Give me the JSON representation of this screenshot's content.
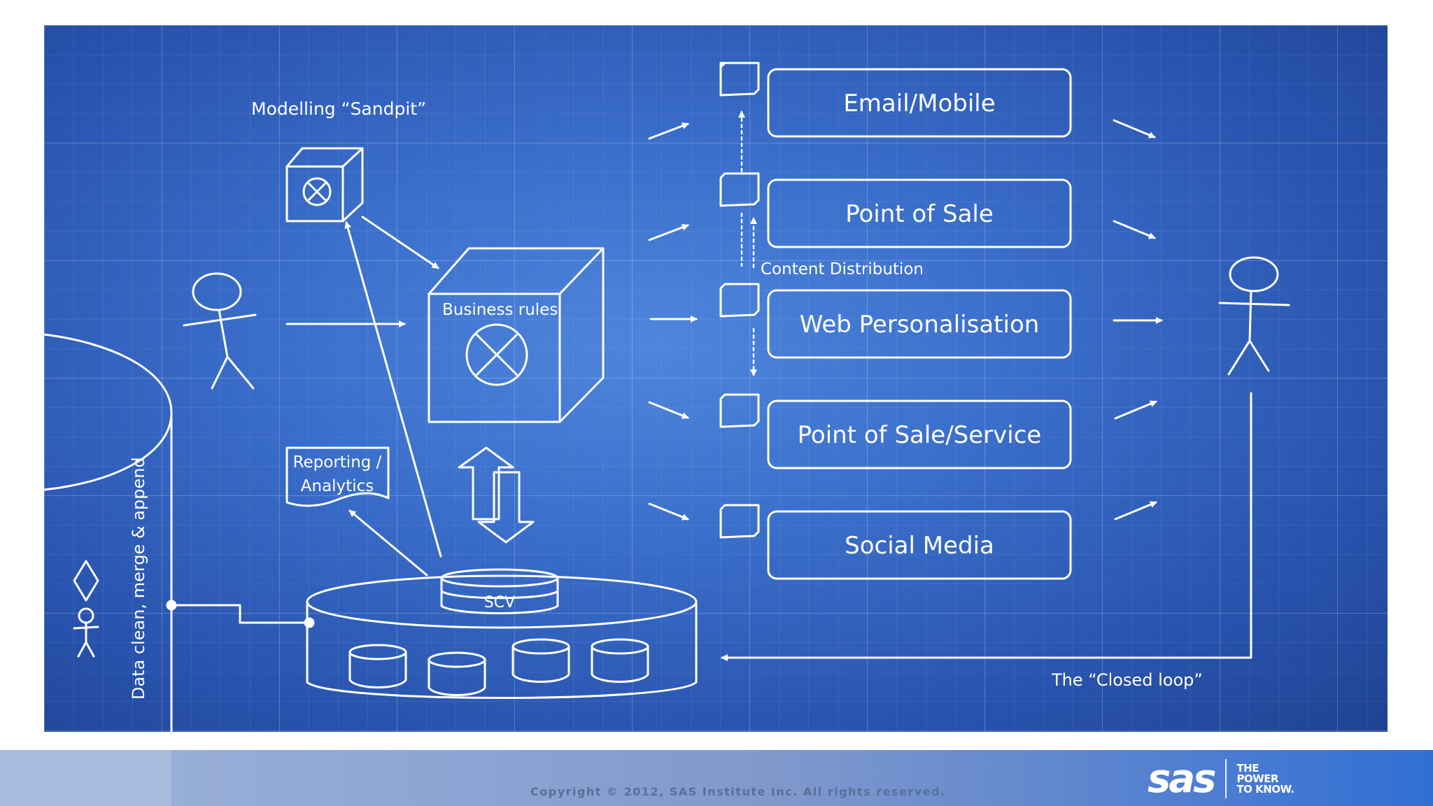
{
  "labels": {
    "sandpit": "Modelling “Sandpit”",
    "business_rules": "Business rules",
    "reporting_line1": "Reporting /",
    "reporting_line2": "Analytics",
    "scv": "SCV",
    "data_clean": "Data clean, merge & append",
    "content_distribution": "Content Distribution",
    "closed_loop": "The “Closed loop”"
  },
  "channels": [
    {
      "label": "Email/Mobile"
    },
    {
      "label": "Point of Sale"
    },
    {
      "label": "Web Personalisation"
    },
    {
      "label": "Point of Sale/Service"
    },
    {
      "label": "Social Media"
    }
  ],
  "footer": {
    "copyright": "Copyright © 2012, SAS Institute Inc. All rights reserved.",
    "logo_word": "sas",
    "tagline_line1": "THE",
    "tagline_line2": "POWER",
    "tagline_line3": "TO KNOW."
  },
  "colors": {
    "blueprint": "#3a6fcb",
    "line": "#ffffff",
    "footer_accent": "#2f6fd4"
  }
}
